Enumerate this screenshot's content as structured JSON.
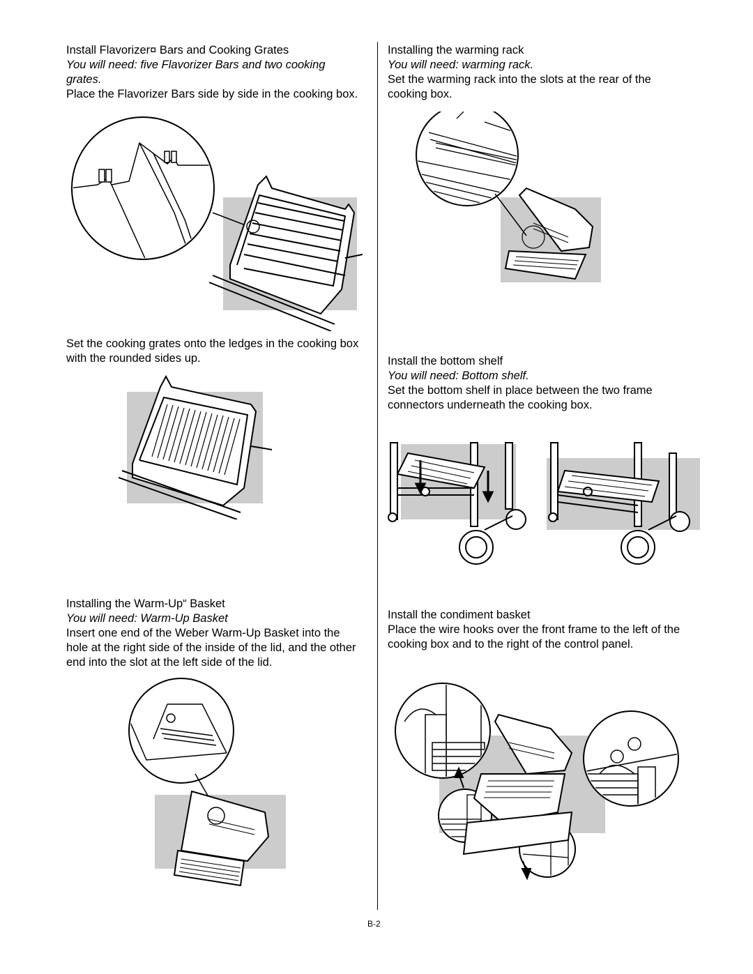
{
  "left": {
    "s1": {
      "title": "Install Flavorizer¤ Bars and Cooking Grates",
      "need": "You will need: five Flavorizer Bars and two cooking grates.",
      "body": "Place the Flavorizer Bars side by side in the cooking box."
    },
    "s2": {
      "body": "Set the cooking grates onto the ledges in the cooking box with the rounded sides up."
    },
    "s3": {
      "title": "Installing the Warm-Up“ Basket",
      "need": "You will need: Warm-Up Basket",
      "body": "Insert one end of the Weber Warm-Up Basket into the hole at the right side of the inside of the lid, and the other end into the slot at the left side of the lid."
    }
  },
  "right": {
    "s1": {
      "title": "Installing the warming rack",
      "need": "You will need: warming rack.",
      "body": "Set the warming rack into the slots at the rear of the cooking box."
    },
    "s2": {
      "title": "Install the bottom shelf",
      "need": "You will need: Bottom shelf.",
      "body": "Set the bottom shelf in place between the two frame connectors underneath the cooking box."
    },
    "s3": {
      "title": "Install the condiment basket",
      "body": "Place the wire hooks over the front frame to the left of the cooking box and to the right of the control panel."
    }
  },
  "page_number": "B-2",
  "colors": {
    "ink": "#000000",
    "shade": "#cccccc",
    "paper": "#ffffff"
  }
}
